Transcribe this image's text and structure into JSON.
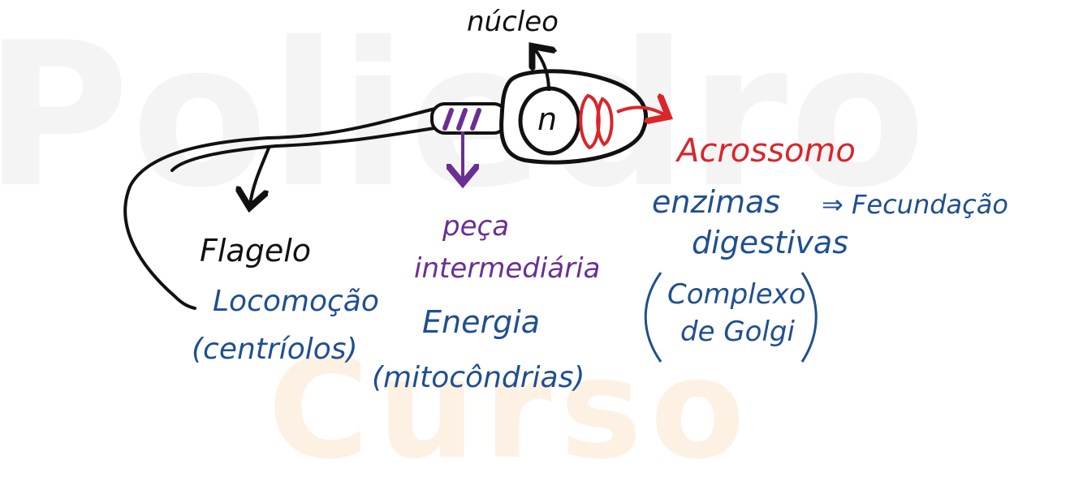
{
  "watermark": {
    "top": "Poliedro",
    "bottom": "Curso",
    "top_color": "#f4f4f4",
    "bottom_color": "#fdf1e4"
  },
  "colors": {
    "ink": "#111111",
    "blue": "#1f4f8f",
    "purple": "#6a2f93",
    "red": "#d8262a"
  },
  "labels": {
    "nucleus": "núcleo",
    "nucleus_symbol": "n",
    "flagellum": "Flagelo",
    "flagellum_function": "Locomoção",
    "flagellum_origin": "(centríolos)",
    "midpiece_1": "peça",
    "midpiece_2": "intermediária",
    "midpiece_function": "Energia",
    "midpiece_origin": "(mitocôndrias)",
    "acrosome": "Acrossomo",
    "enzymes_1": "enzimas",
    "enzymes_2": "digestivas",
    "fertilization": "⇒ Fecundação",
    "golgi_1": "Complexo",
    "golgi_2": "de Golgi"
  }
}
